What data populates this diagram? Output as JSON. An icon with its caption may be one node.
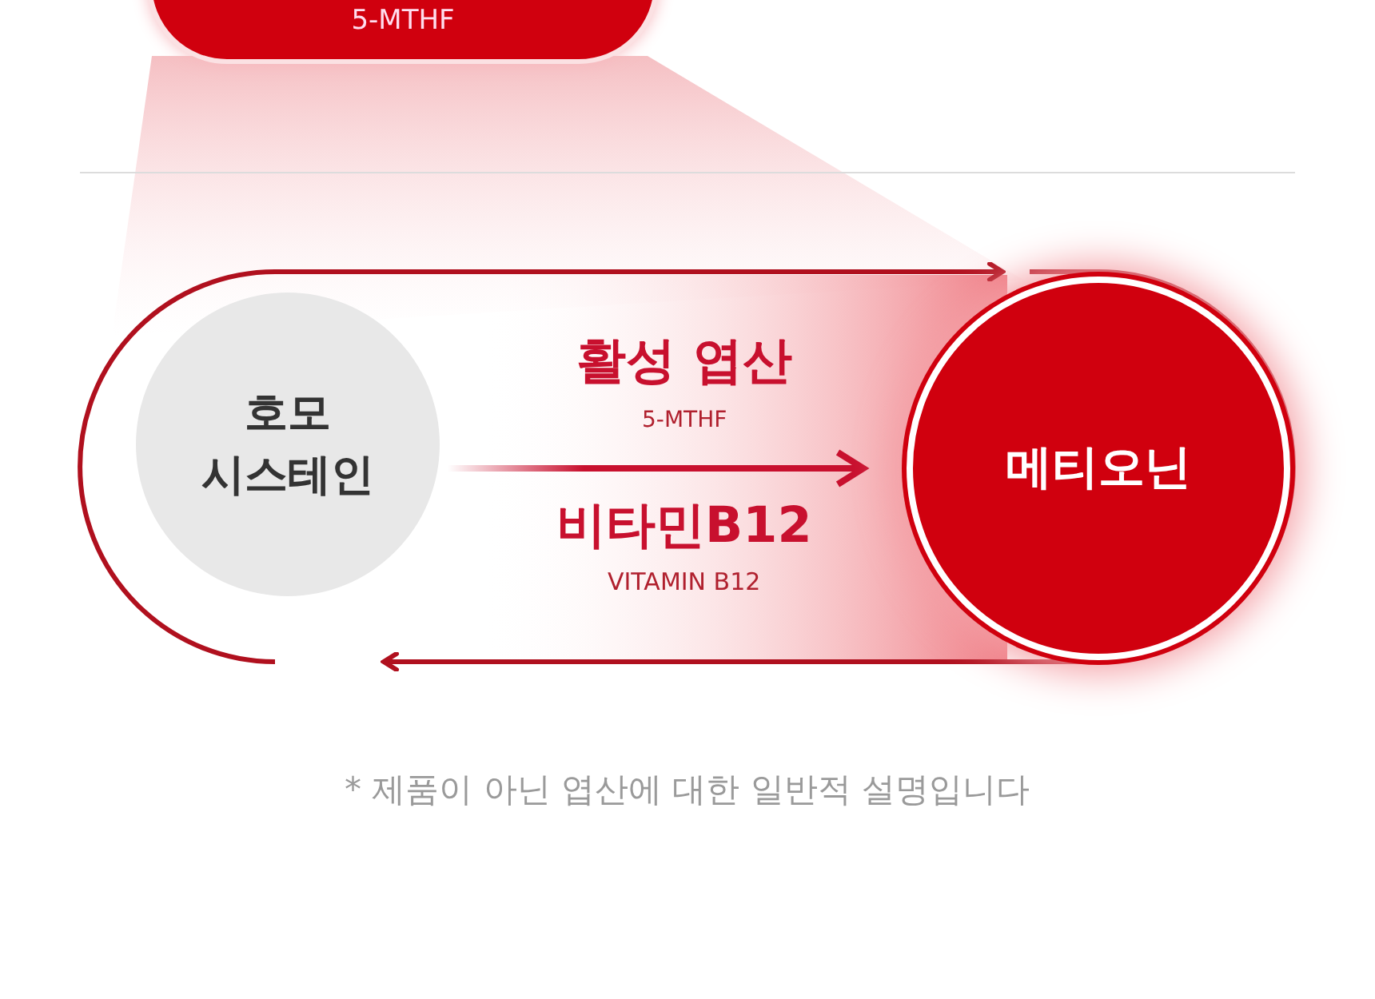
{
  "diagram": {
    "nodes": [
      {
        "text": [
          "5-MTHF"
        ]
      },
      {
        "text": [
          "호모 시스테인"
        ]
      },
      {
        "text": [
          "메티오닌"
        ]
      }
    ],
    "edges": [
      {
        "from": 1,
        "to": 2,
        "arrow": "to"
      },
      {
        "from": null,
        "to": 2,
        "arrow": "to"
      },
      {
        "from": 2,
        "to": null,
        "arrow": "to"
      }
    ],
    "labels": [
      "활성 엽산",
      "5-MTHF",
      "비타민B12",
      "VITAMIN B12",
      "* 제품이 아닌 엽산에 대한 일반적 설명입니다"
    ]
  }
}
